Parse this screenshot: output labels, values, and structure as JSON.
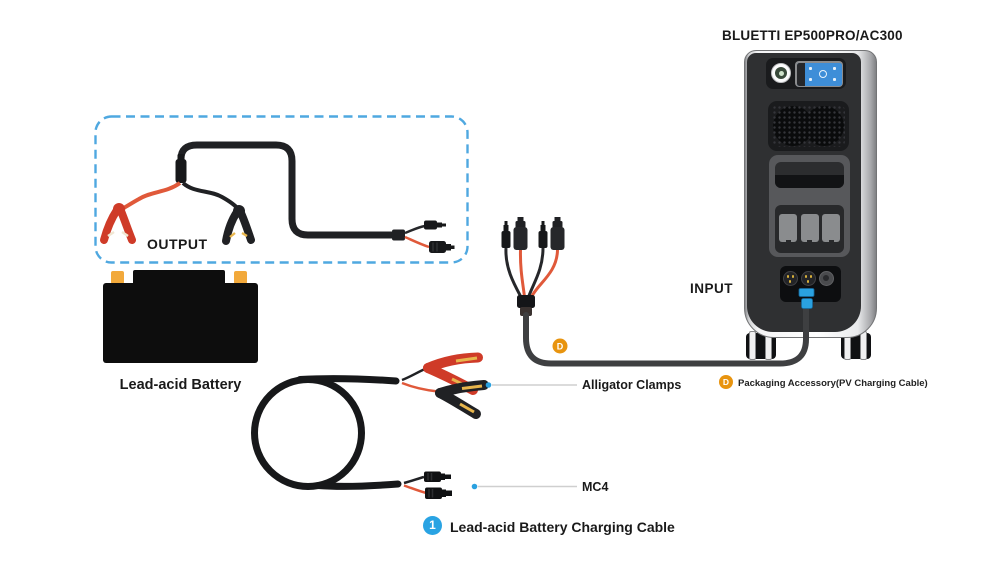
{
  "title": "BLUETTI EP500PRO/AC300",
  "diagram": {
    "output_label": "OUTPUT",
    "input_label": "INPUT",
    "battery_label": "Lead-acid Battery",
    "alligator_clamps_label": "Alligator Clamps",
    "mc4_label": "MC4",
    "accessory_badge": "D",
    "accessory_note": "Packaging Accessory(PV Charging Cable)",
    "step_badge": "1",
    "step_label": "Lead-acid Battery Charging Cable"
  },
  "icons": {
    "accessory_badge": "orange-circle-letter",
    "step_badge": "blue-circle-number",
    "power_button": "round-power-button",
    "callout_dot": "blue-dot"
  },
  "colors": {
    "accent_blue": "#29A3E3",
    "dashed_border_blue": "#4FA8E0",
    "badge_orange": "#E8940F",
    "clamp_red": "#CF3B28",
    "wire_red": "#E0593A",
    "terminal_orange": "#F2A93B",
    "cable_black": "#1A1B1D",
    "screen_blue": "#3E8ED8"
  }
}
